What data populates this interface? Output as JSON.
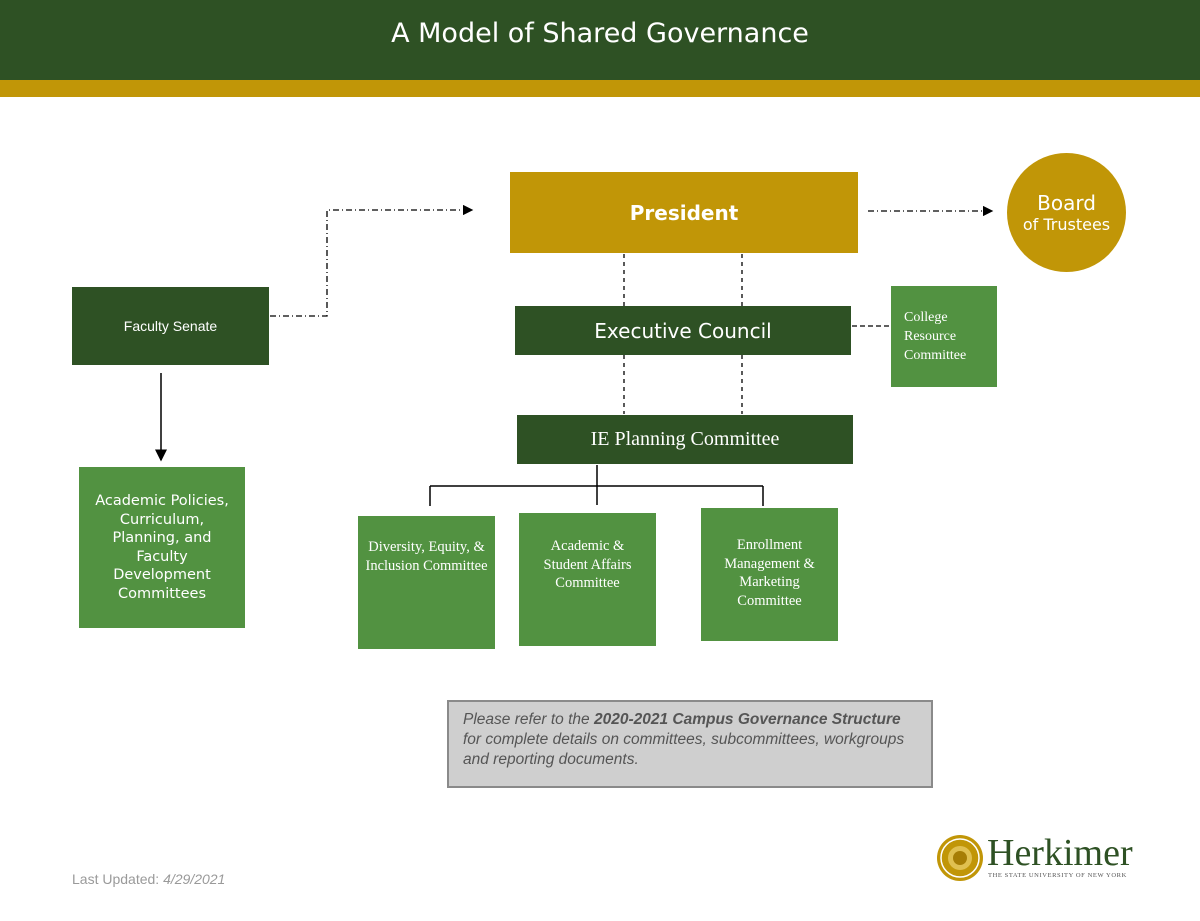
{
  "header": {
    "title": "A Model of Shared Governance"
  },
  "nodes": {
    "president": "President",
    "board_line1": "Board",
    "board_line2": "of Trustees",
    "faculty_senate": "Faculty Senate",
    "executive_council": "Executive Council",
    "college_resource": "College Resource Committee",
    "ie_planning": "IE Planning Committee",
    "academic_policies": "Academic Policies, Curriculum, Planning, and Faculty Development Committees",
    "dei": "Diversity, Equity, & Inclusion Committee",
    "academic_student_affairs": "Academic & Student Affairs Committee",
    "enrollment": "Enrollment Management & Marketing Committee"
  },
  "note": {
    "prefix": "Please refer to the ",
    "bold": "2020-2021 Campus Governance Structure",
    "suffix": "  for complete details on committees, subcommittees, workgroups and reporting documents."
  },
  "footer": {
    "label": "Last Updated: ",
    "date": "4/29/2021"
  },
  "logo": {
    "name": "Herkimer",
    "tagline": "THE STATE UNIVERSITY OF NEW YORK"
  },
  "colors": {
    "dark_green": "#2e5124",
    "light_green": "#529241",
    "gold": "#c19607"
  }
}
